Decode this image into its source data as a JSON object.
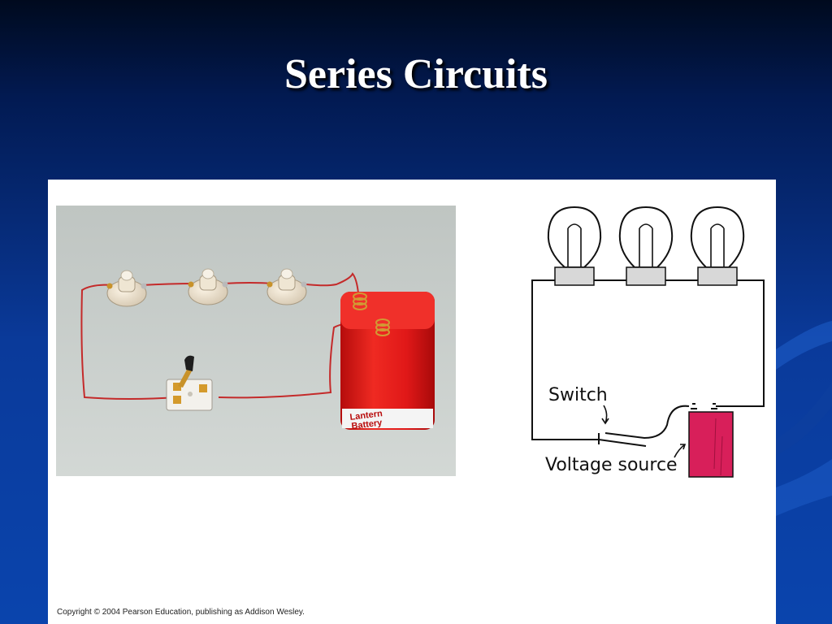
{
  "slide": {
    "title": "Series Circuits"
  },
  "figure": {
    "photo": {
      "battery_label_line1": "Lantern",
      "battery_label_line2": "Battery"
    },
    "schematic": {
      "switch_label": "Switch",
      "voltage_source_label": "Voltage source"
    },
    "copyright": "Copyright © 2004 Pearson Education, publishing as Addison Wesley."
  },
  "colors": {
    "background_top": "#000a1e",
    "background_bottom": "#0a44ad",
    "title_text": "#ffffff",
    "battery_red": "#e01818",
    "voltage_source_fill": "#d81f5a"
  }
}
